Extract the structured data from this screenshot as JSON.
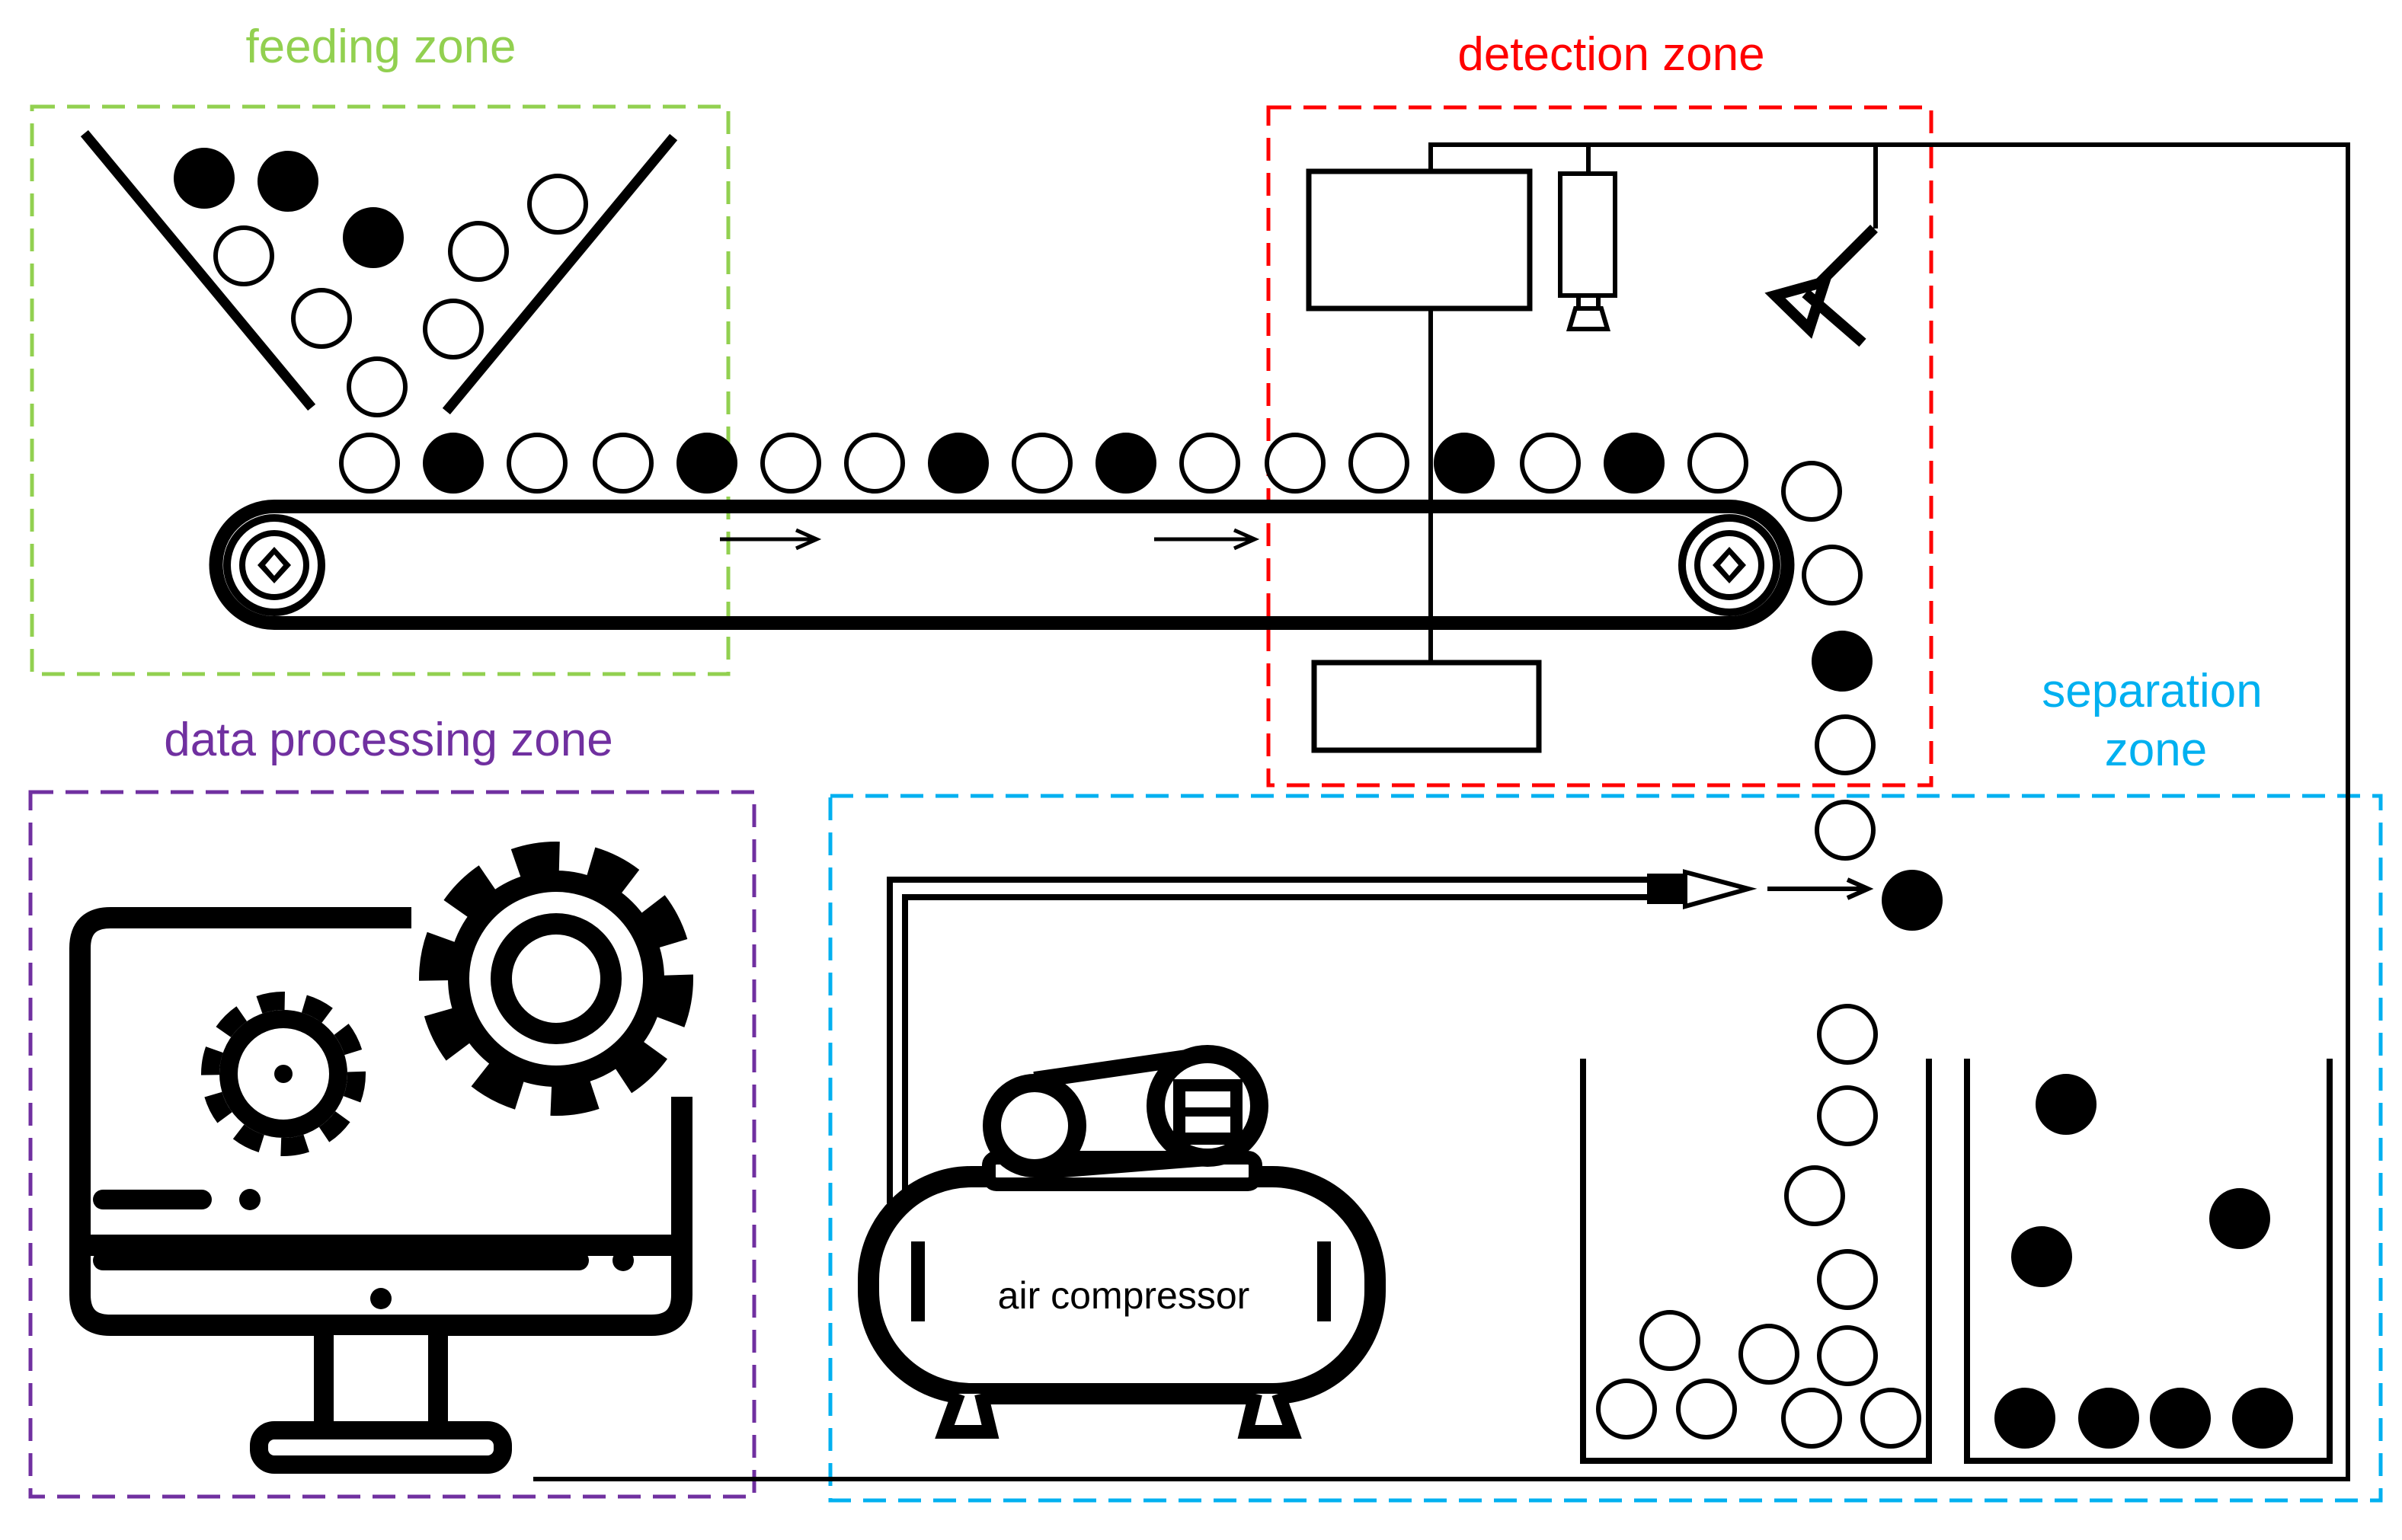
{
  "zones": {
    "feeding": {
      "label": "feeding zone",
      "color": "#92d050"
    },
    "detection": {
      "label": "detection zone",
      "color": "#ff0000"
    },
    "data_processing": {
      "label": "data processing zone",
      "color": "#7030a0"
    },
    "separation": {
      "label_line1": "separation",
      "label_line2": "zone",
      "color": "#00b0f0"
    }
  },
  "components": {
    "compressor_label": "air compressor"
  },
  "icons": {
    "hopper": "hopper-icon",
    "conveyor": "conveyor-belt-icon",
    "camera_box": "camera-box-icon",
    "lamp": "light-source-icon",
    "sensor": "sensor-icon",
    "controller": "controller-box-icon",
    "computer": "computer-gears-icon",
    "air_compressor": "air-compressor-icon",
    "nozzle": "air-nozzle-icon",
    "bins": "collection-bins-icon"
  },
  "colors": {
    "line": "#000000",
    "good_particle": "#ffffff",
    "defect_particle": "#000000"
  }
}
